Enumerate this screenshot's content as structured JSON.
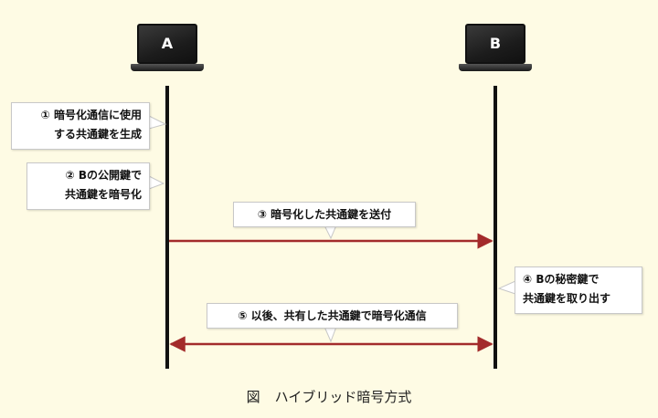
{
  "nodes": {
    "a": {
      "label": "A"
    },
    "b": {
      "label": "B"
    }
  },
  "steps": [
    {
      "id": "step1",
      "lines": [
        "① 暗号化通信に使用",
        "する共通鍵を生成"
      ]
    },
    {
      "id": "step2",
      "lines": [
        "② Bの公開鍵で",
        "共通鍵を暗号化"
      ]
    },
    {
      "id": "step3",
      "lines": [
        "③ 暗号化した共通鍵を送付"
      ]
    },
    {
      "id": "step4",
      "lines": [
        "④ Bの秘密鍵で",
        "共通鍵を取り出す"
      ]
    },
    {
      "id": "step5",
      "lines": [
        "⑤ 以後、共有した共通鍵で暗号化通信"
      ]
    }
  ],
  "messages": [
    {
      "from": "A",
      "to": "B",
      "direction": "one-way",
      "color": "#a32b2b"
    },
    {
      "from": "A",
      "to": "B",
      "direction": "two-way",
      "color": "#a32b2b"
    }
  ],
  "caption": {
    "prefix": "図",
    "title": "ハイブリッド暗号方式"
  },
  "colors": {
    "background": "#fefbe4",
    "arrow": "#a32b2b",
    "lifeline": "#111111"
  }
}
